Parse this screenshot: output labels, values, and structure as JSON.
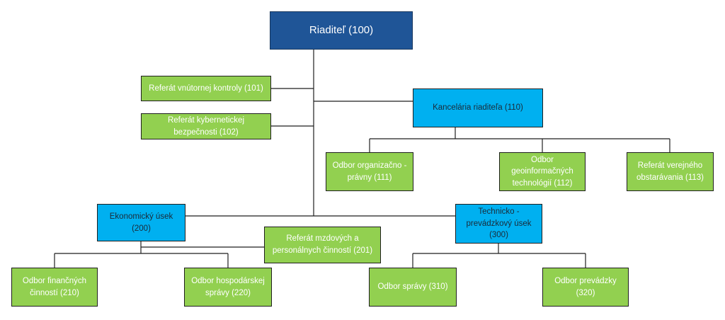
{
  "nodes": {
    "n100": "Riaditeľ (100)",
    "n101": "Referát vnútornej kontroly (101)",
    "n102": "Referát kybernetickej bezpečnosti (102)",
    "n110": "Kancelária riaditeľa (110)",
    "n111": "Odbor organizačno - právny (111)",
    "n112": "Odbor geoinformačných technológií (112)",
    "n113": "Referát verejného obstarávania (113)",
    "n200": "Ekonomický úsek (200)",
    "n201": "Referát mzdových a personálnych činností (201)",
    "n300": "Technicko - prevádzkový úsek (300)",
    "n210": "Odbor finančných činností (210)",
    "n220": "Odbor hospodárskej správy (220)",
    "n310": "Odbor správy (310)",
    "n320": "Odbor prevádzky (320)"
  },
  "colors": {
    "director": "#1f5597",
    "unit": "#00b0f0",
    "department": "#92d050",
    "line": "#1f1f1f"
  }
}
